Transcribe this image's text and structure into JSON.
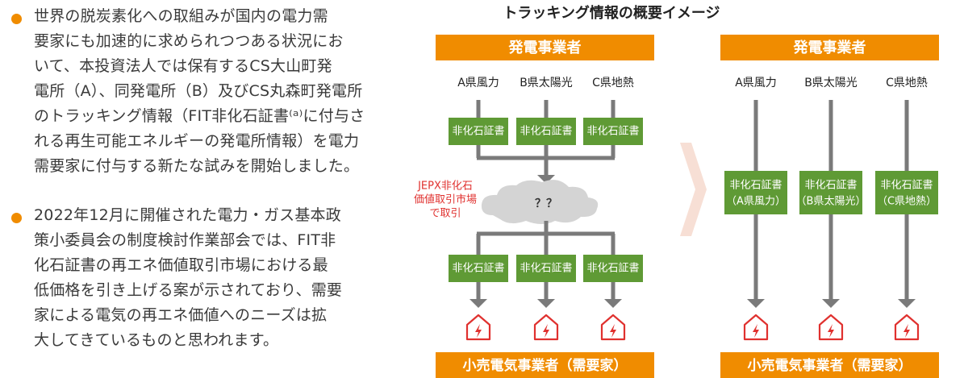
{
  "bullets": [
    {
      "lines": [
        "世界の脱炭素化への取組みが国内の電力需",
        "要家にも加速的に求められつつある状況にお",
        "いて、本投資法人では保有するCS大山町発",
        "電所（A）、同発電所（B）及びCS丸森町発電所",
        "のトラッキング情報（FIT非化石証書⁽ᵃ⁾に付与さ",
        "れる再生可能エネルギーの発電所情報）を電力",
        "需要家に付与する新たな試みを開始しました。"
      ]
    },
    {
      "lines": [
        "2022年12月に開催された電力・ガス基本政",
        "策小委員会の制度検討作業部会では、FIT非",
        "化石証書の再エネ価値取引市場における最",
        "低価格を引き上げる案が示されており、需要",
        "家による電気の再エネ価値へのニーズは拡",
        "大してきているものと思われます。"
      ]
    }
  ],
  "diagram": {
    "title": "トラッキング情報の概要イメージ",
    "producer_label": "発電事業者",
    "retailer_label": "小売電気事業者（需要家）",
    "plants": [
      "A県風力",
      "B県太陽光",
      "C県地熱"
    ],
    "certificate_label": "非化石証書",
    "market_label_lines": [
      "JEPX非化石",
      "価値取引市場",
      "で取引"
    ],
    "cloud_text": "？？",
    "tracked_certificates": [
      {
        "line1": "非化石証書",
        "line2": "（A県風力）"
      },
      {
        "line1": "非化石証書",
        "line2": "（B県太陽光）"
      },
      {
        "line1": "非化石証書",
        "line2": "（C県地熱）"
      }
    ],
    "colors": {
      "orange": "#f08c00",
      "green": "#5f9a35",
      "gray": "#7a7a7a",
      "red": "#e0312f",
      "chevron": "#f7dfd5",
      "cloud": "#d4d4d4"
    }
  }
}
